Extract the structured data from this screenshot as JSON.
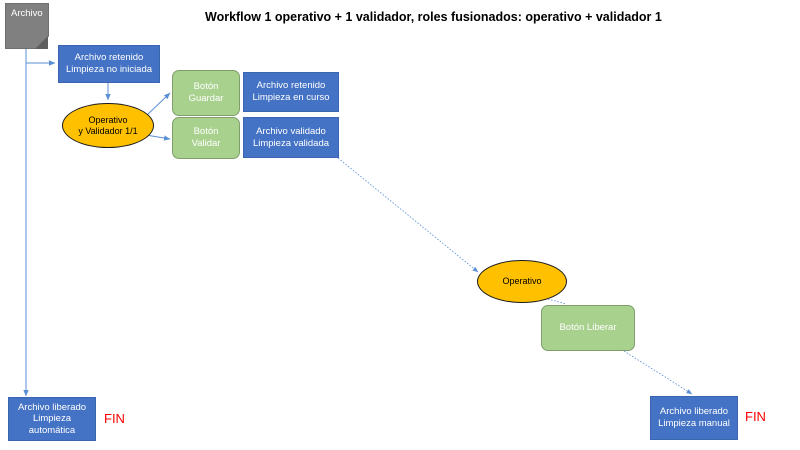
{
  "diagram": {
    "title": "Workflow 1 operativo + 1 validador, roles fusionados: operativo + validador 1",
    "colors": {
      "state_blue": "#4472C4",
      "action_green": "#A9D18E",
      "role_orange": "#FFC000",
      "document_gray": "#808080",
      "connector_blue": "#5B8FD4",
      "end_label_red": "#FF0000",
      "background": "#FFFFFF"
    },
    "nodes": {
      "document_archivo": {
        "label": "Archivo",
        "type": "document"
      },
      "state_retenido_no_iniciada": {
        "line1": "Archivo retenido",
        "line2": "Limpieza no iniciada",
        "type": "state"
      },
      "role_operativo_validador": {
        "line1": "Operativo",
        "line2": "y Validador 1/1",
        "type": "role"
      },
      "button_guardar": {
        "line1": "Botón",
        "line2": "Guardar",
        "type": "action"
      },
      "button_validar": {
        "line1": "Botón",
        "line2": "Validar",
        "type": "action"
      },
      "state_retenido_en_curso": {
        "line1": "Archivo retenido",
        "line2": "Limpieza en curso",
        "type": "state"
      },
      "state_validado": {
        "line1": "Archivo validado",
        "line2": "Limpieza validada",
        "type": "state"
      },
      "role_operativo": {
        "line1": "Operativo",
        "type": "role"
      },
      "button_liberar": {
        "line1": "Botón Liberar",
        "type": "action"
      },
      "state_liberado_automatica": {
        "line1": "Archivo liberado",
        "line2": "Limpieza",
        "line3": "automática",
        "type": "state"
      },
      "state_liberado_manual": {
        "line1": "Archivo liberado",
        "line2": "Limpieza manual",
        "type": "state"
      }
    },
    "end_labels": {
      "automatic": "FIN",
      "manual": "FIN"
    }
  }
}
